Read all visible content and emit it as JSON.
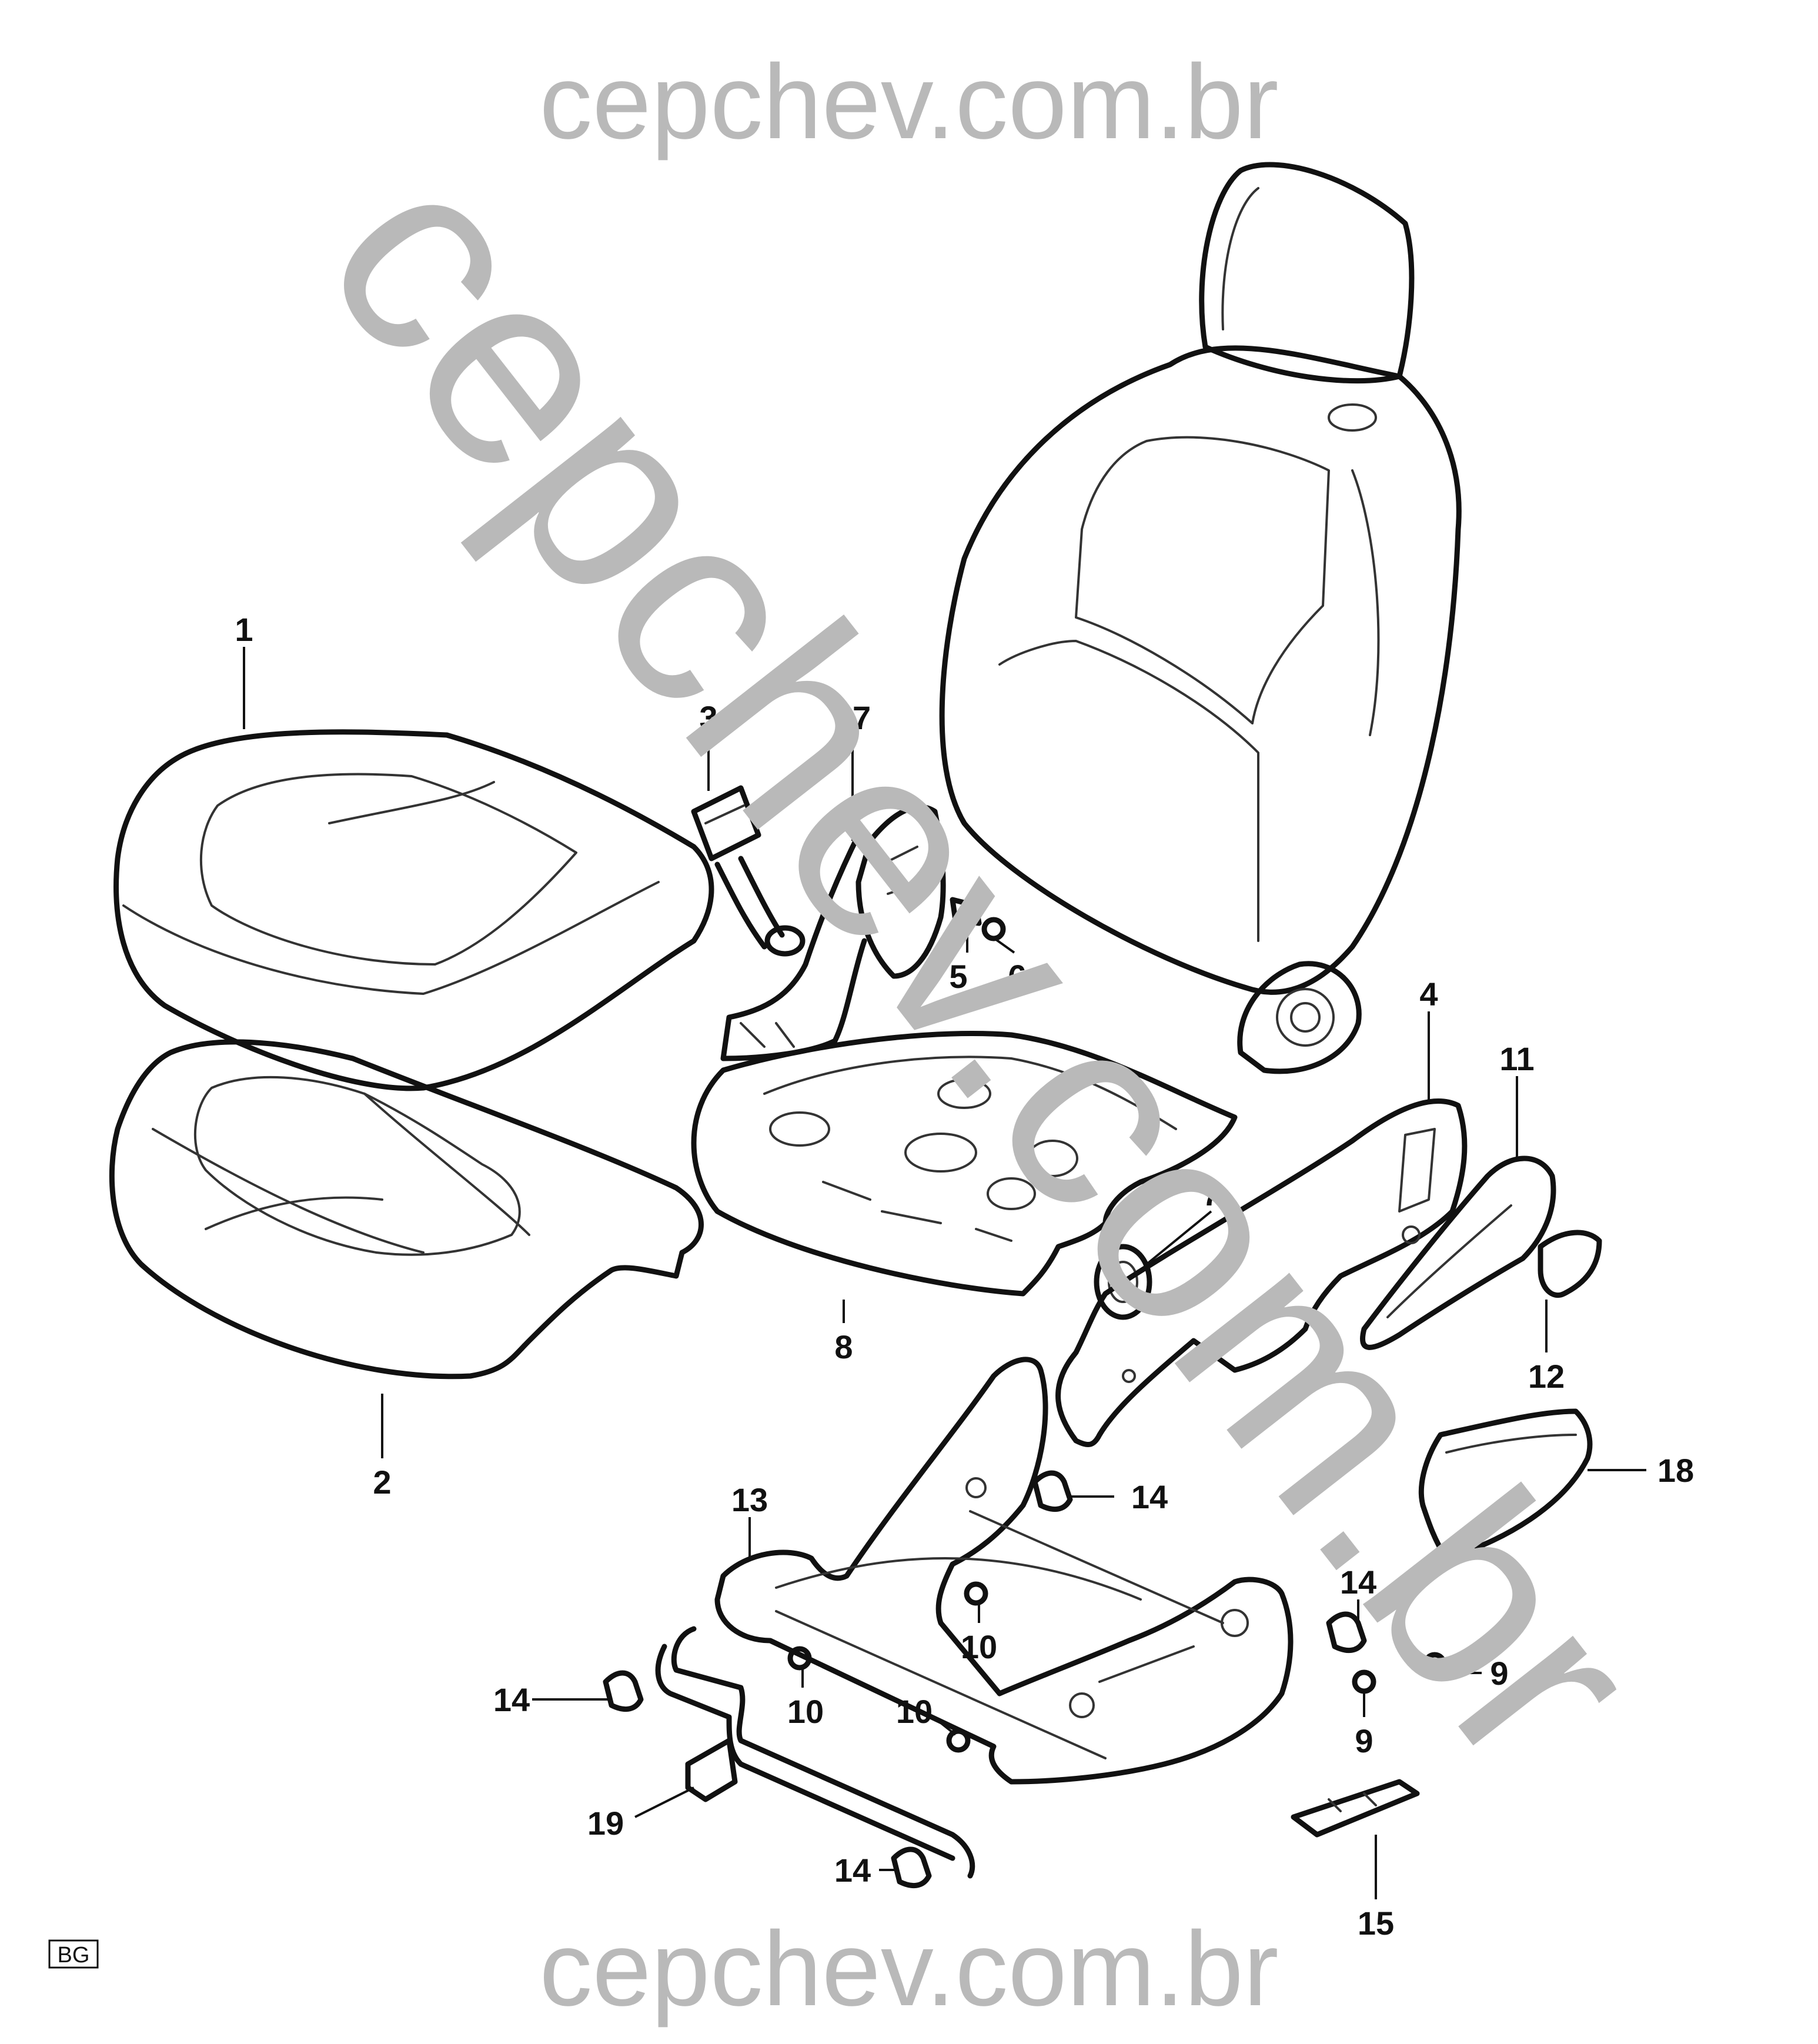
{
  "watermarks": {
    "top": "cepchev.com.br",
    "diagonal": "cepchev.com.br",
    "bottom": "cepchev.com.br"
  },
  "diagram_code": "BG",
  "callouts": {
    "c1": "1",
    "c2": "2",
    "c3": "3",
    "c4": "4",
    "c5": "5",
    "c6": "6",
    "c7": "7",
    "c8": "8",
    "c9a": "9",
    "c9b": "9",
    "c10a": "10",
    "c10b": "10",
    "c10c": "10",
    "c11": "11",
    "c12": "12",
    "c13": "13",
    "c14a": "14",
    "c14b": "14",
    "c14c": "14",
    "c14d": "14",
    "c15": "15",
    "c17": "17",
    "c18": "18",
    "c19": "19"
  }
}
